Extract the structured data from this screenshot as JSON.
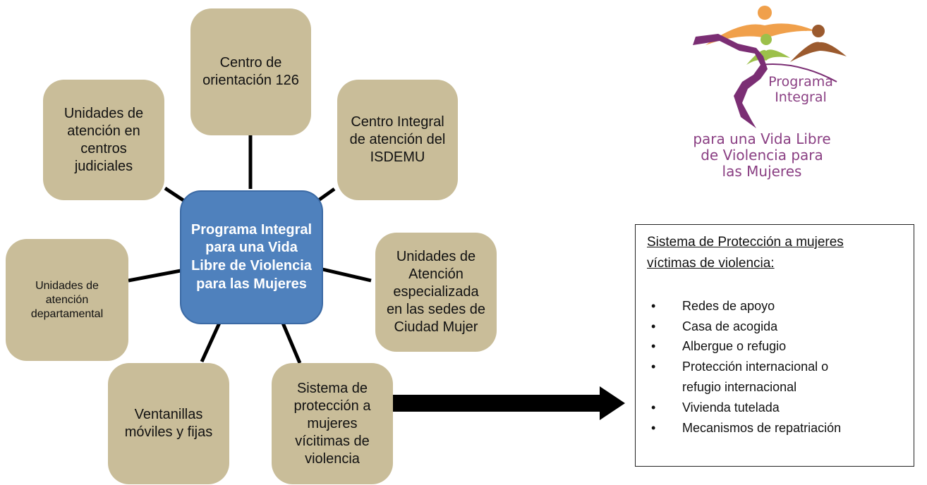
{
  "diagram": {
    "center": "Programa Integral para una Vida Libre de Violencia para las Mujeres",
    "nodes": {
      "centro_orientacion": "Centro de\norientación 126",
      "unidades_judiciales": "Unidades de\natención en\ncentros\njudiciales",
      "centro_isdemu": "Centro Integral\nde atención del\nISDEMU",
      "unidades_departamental": "Unidades de\natención\ndepartamental",
      "unidades_ciudad_mujer": "Unidades de\nAtención\nespecializada\nen las sedes de\nCiudad Mujer",
      "ventanillas": "Ventanillas\nmóviles y fijas",
      "sistema_proteccion": "Sistema de\nprotección a\nmujeres\nvícitimas de\nviolencia"
    }
  },
  "logo": {
    "line1": "Programa\nIntegral",
    "line2": "para una Vida Libre\nde Violencia para\nlas Mujeres",
    "colors": {
      "orange": "#f0a04b",
      "green": "#9cc04a",
      "brown": "#9b5a2e",
      "purple": "#7b2e74"
    }
  },
  "protection_box": {
    "title": "Sistema de Protección a mujeres\nvíctimas de violencia:",
    "items": [
      "Redes de apoyo",
      "Casa de acogida",
      "Albergue o refugio",
      "Protección internacional o\nrefugio internacional",
      "Vivienda tutelada",
      "Mecanismos de repatriación"
    ],
    "bullet": "•"
  },
  "colors": {
    "node": "#c9bd99",
    "center": "#4f81bd"
  }
}
